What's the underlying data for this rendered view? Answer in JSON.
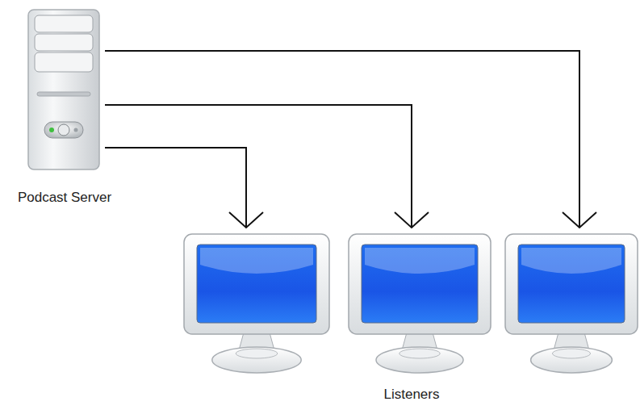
{
  "diagram": {
    "nodes": [
      {
        "text": [
          "Podcast Server"
        ]
      },
      {
        "text": []
      },
      {
        "text": []
      },
      {
        "text": []
      }
    ],
    "edges": [
      {
        "from": 0,
        "to": 1,
        "arrow": "to"
      },
      {
        "from": 0,
        "to": 2,
        "arrow": "to"
      },
      {
        "from": 0,
        "to": 3,
        "arrow": "to"
      }
    ],
    "labels": [
      "Listeners"
    ]
  }
}
